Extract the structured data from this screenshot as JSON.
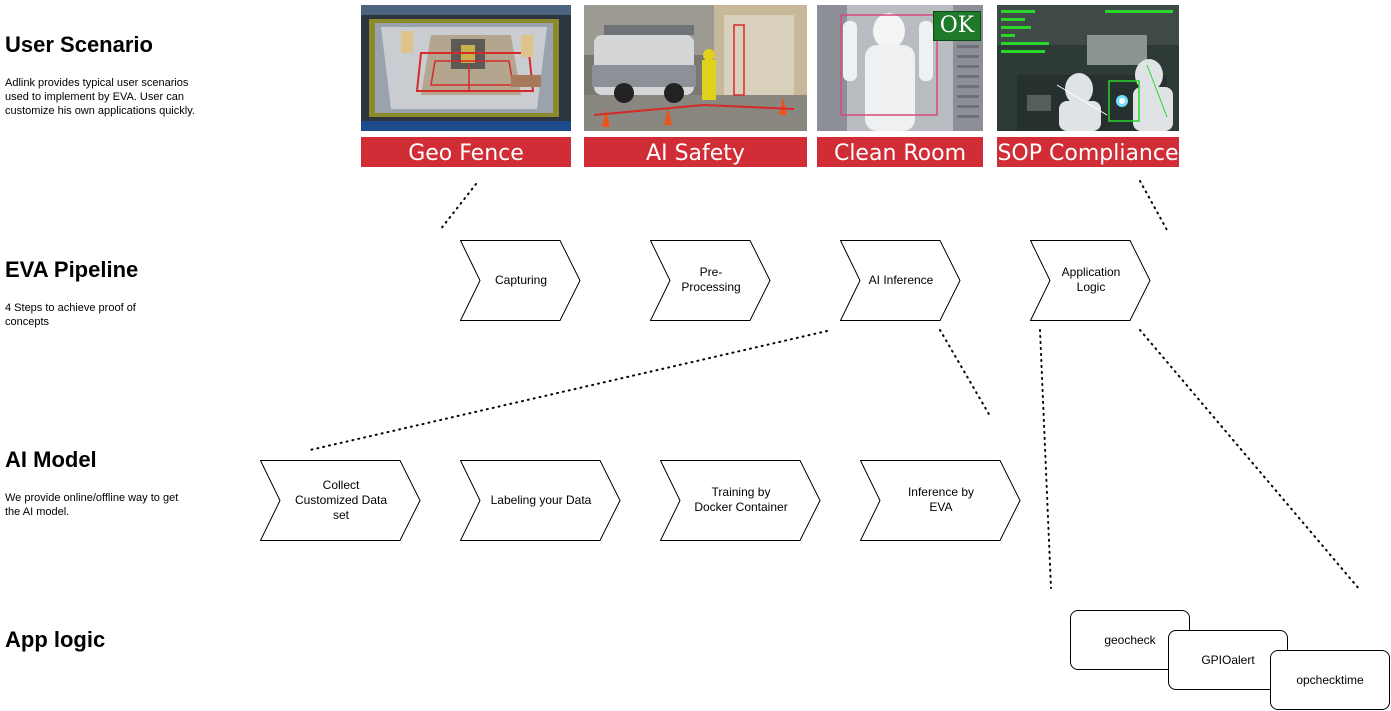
{
  "sections": {
    "user_scenario": {
      "title": "User Scenario",
      "desc": "Adlink provides typical user scenarios used to implement by EVA. User can customize his own applications quickly."
    },
    "eva_pipeline": {
      "title": "EVA Pipeline",
      "desc": "4 Steps to achieve proof of concepts"
    },
    "ai_model": {
      "title": "AI Model",
      "desc": "We provide online/offline way to get the AI model."
    },
    "app_logic": {
      "title": "App logic"
    }
  },
  "scenarios": [
    {
      "label": "Geo Fence"
    },
    {
      "label": "AI Safety"
    },
    {
      "label": "Clean Room",
      "badge": "OK"
    },
    {
      "label": "SOP Compliance"
    }
  ],
  "pipeline_steps": [
    {
      "label": "Capturing"
    },
    {
      "label": "Pre-\nProcessing"
    },
    {
      "label": "AI Inference"
    },
    {
      "label": "Application\nLogic"
    }
  ],
  "model_steps": [
    {
      "label": "Collect\nCustomized Data set"
    },
    {
      "label": "Labeling your Data"
    },
    {
      "label": "Training by\nDocker Container"
    },
    {
      "label": "Inference by\nEVA"
    }
  ],
  "app_cards": [
    {
      "label": "geocheck"
    },
    {
      "label": "GPIOalert"
    },
    {
      "label": "opchecktime"
    }
  ],
  "colors": {
    "label_bg": "#d12d36",
    "badge_bg": "#1e7a2a"
  }
}
